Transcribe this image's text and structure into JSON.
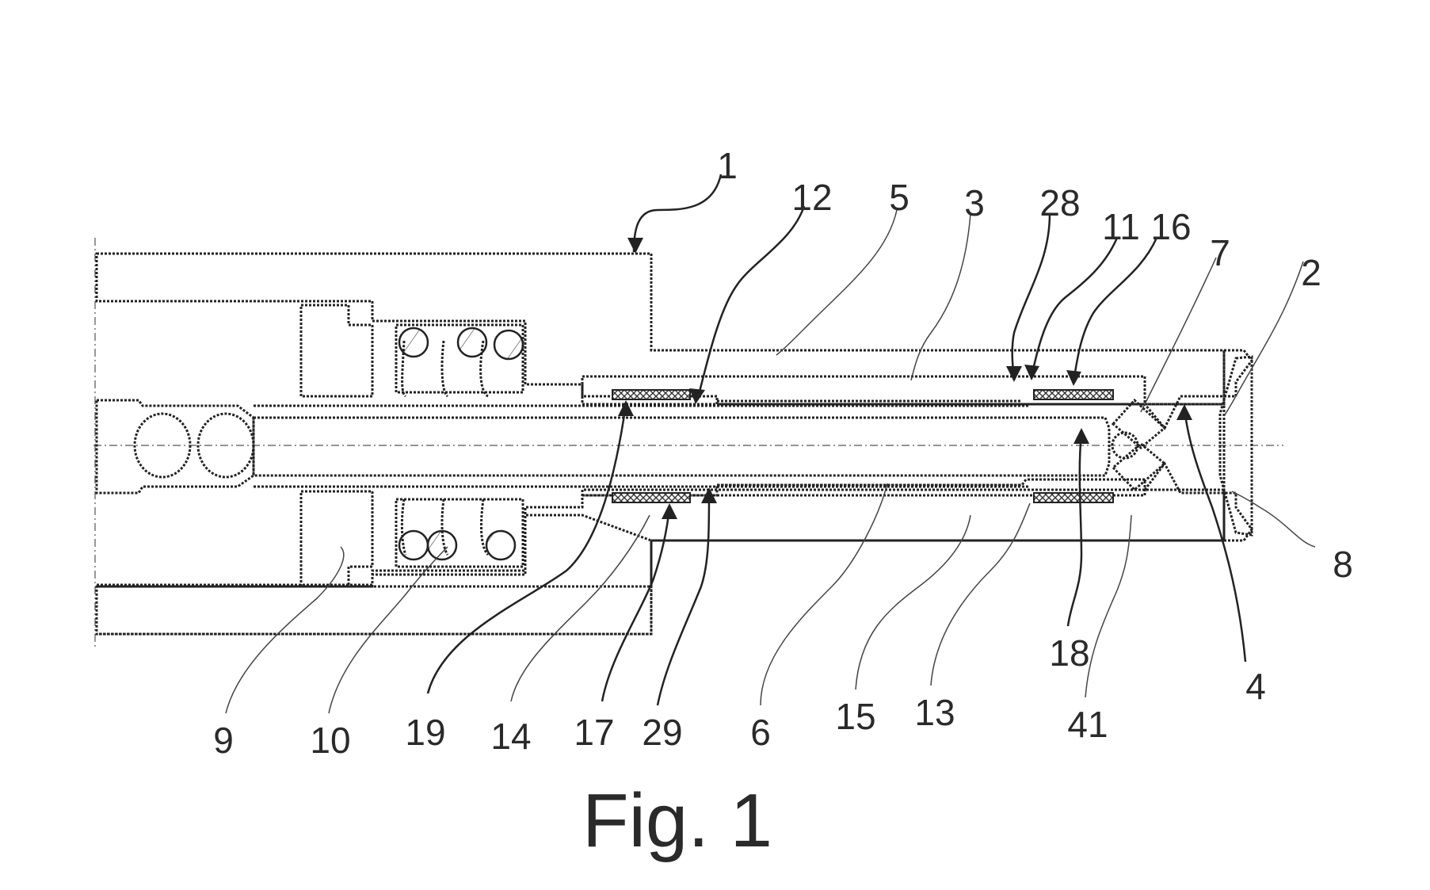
{
  "figure": {
    "caption": "Fig. 1",
    "reference_numerals": {
      "r1": "1",
      "r2": "2",
      "r3": "3",
      "r4": "4",
      "r5": "5",
      "r6": "6",
      "r7": "7",
      "r8": "8",
      "r9": "9",
      "r10": "10",
      "r11": "11",
      "r12": "12",
      "r13": "13",
      "r14": "14",
      "r15": "15",
      "r16": "16",
      "r17": "17",
      "r18": "18",
      "r19": "19",
      "r28": "28",
      "r29": "29",
      "r41": "41"
    }
  }
}
